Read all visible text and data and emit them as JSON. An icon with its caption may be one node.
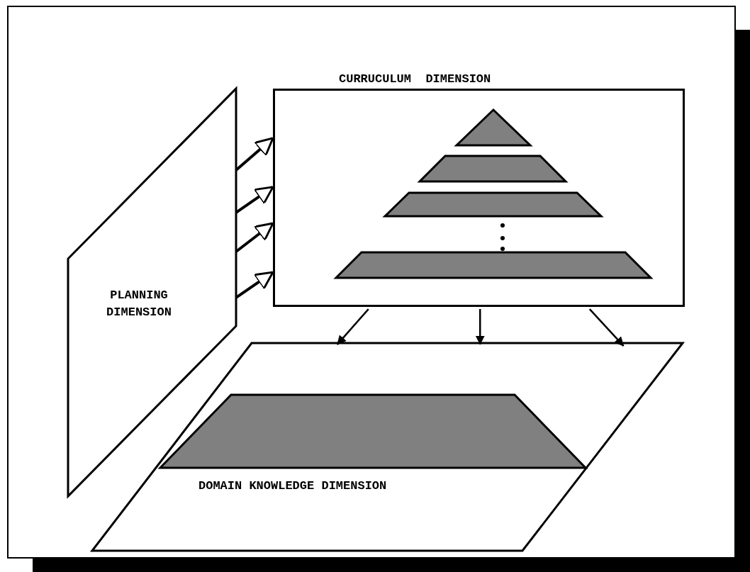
{
  "diagram": {
    "nodes": [
      {
        "text": [
          "PLANNING DIMENSION"
        ]
      },
      {
        "text": [
          "CURRUCULUM  DIMENSION"
        ]
      },
      {
        "text": [],
        "shape": "triangle",
        "in": 1
      },
      {
        "text": [],
        "shape": "trapezoid",
        "in": 1
      },
      {
        "text": [],
        "shape": "trapezoid",
        "in": 1
      },
      {
        "text": [],
        "shape": "trapezoid",
        "in": 1
      },
      {
        "text": [
          "DOMAIN KNOWLEDGE DIMENSION"
        ]
      },
      {
        "text": [],
        "shape": "trapezoid",
        "in": 6
      }
    ],
    "edges": [
      {
        "from": 0,
        "to": 1,
        "arrow": "to"
      },
      {
        "from": 0,
        "to": 1,
        "arrow": "to"
      },
      {
        "from": 0,
        "to": 1,
        "arrow": "to"
      },
      {
        "from": 0,
        "to": 1,
        "arrow": "to"
      },
      {
        "from": 1,
        "to": 6,
        "arrow": "to"
      },
      {
        "from": 1,
        "to": 6,
        "arrow": "to"
      },
      {
        "from": 1,
        "to": 6,
        "arrow": "to"
      }
    ]
  }
}
